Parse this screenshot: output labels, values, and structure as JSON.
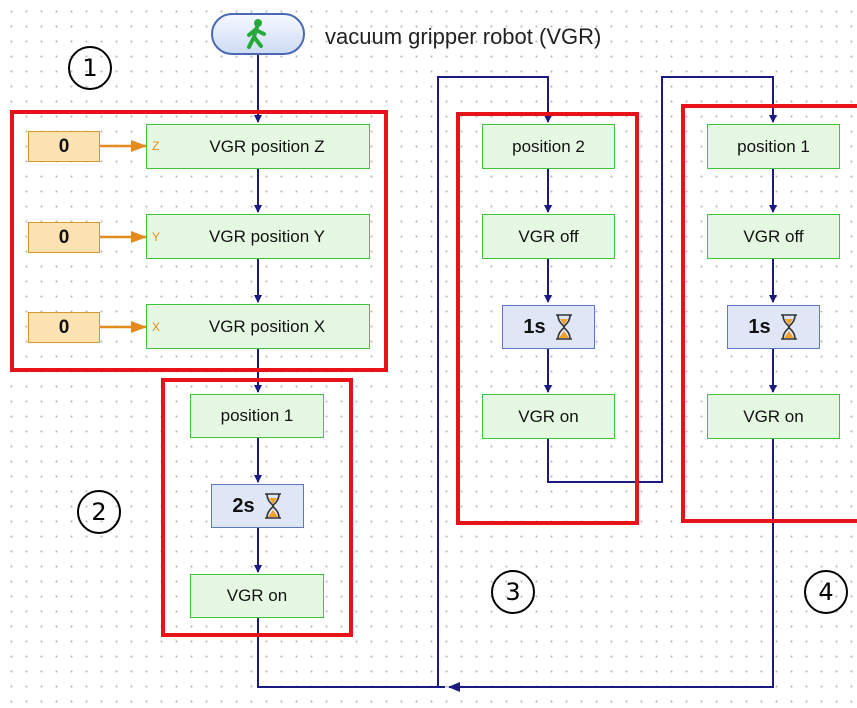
{
  "program": {
    "title": "vacuum gripper robot (VGR)",
    "start_icon": "walking-man-icon"
  },
  "section1": {
    "label": "1",
    "rows": [
      {
        "port": "Z",
        "value": "0",
        "block": "VGR position Z"
      },
      {
        "port": "Y",
        "value": "0",
        "block": "VGR position Y"
      },
      {
        "port": "X",
        "value": "0",
        "block": "VGR position X"
      }
    ]
  },
  "section2": {
    "label": "2",
    "block1": "position 1",
    "wait": "2s",
    "block2": "VGR on",
    "wait_icon": "hourglass-icon"
  },
  "section3": {
    "label": "3",
    "block1": "position 2",
    "block2": "VGR off",
    "wait": "1s",
    "block3": "VGR on",
    "wait_icon": "hourglass-icon"
  },
  "section4": {
    "label": "4",
    "block1": "position 1",
    "block2": "VGR off",
    "wait": "1s",
    "block3": "VGR on",
    "wait_icon": "hourglass-icon"
  },
  "colors": {
    "wire": "#1a1a82",
    "data_wire": "#e58a1c",
    "highlight": "#e8121b",
    "block_fill": "#e5f9e2",
    "block_border": "#3fc43f"
  }
}
